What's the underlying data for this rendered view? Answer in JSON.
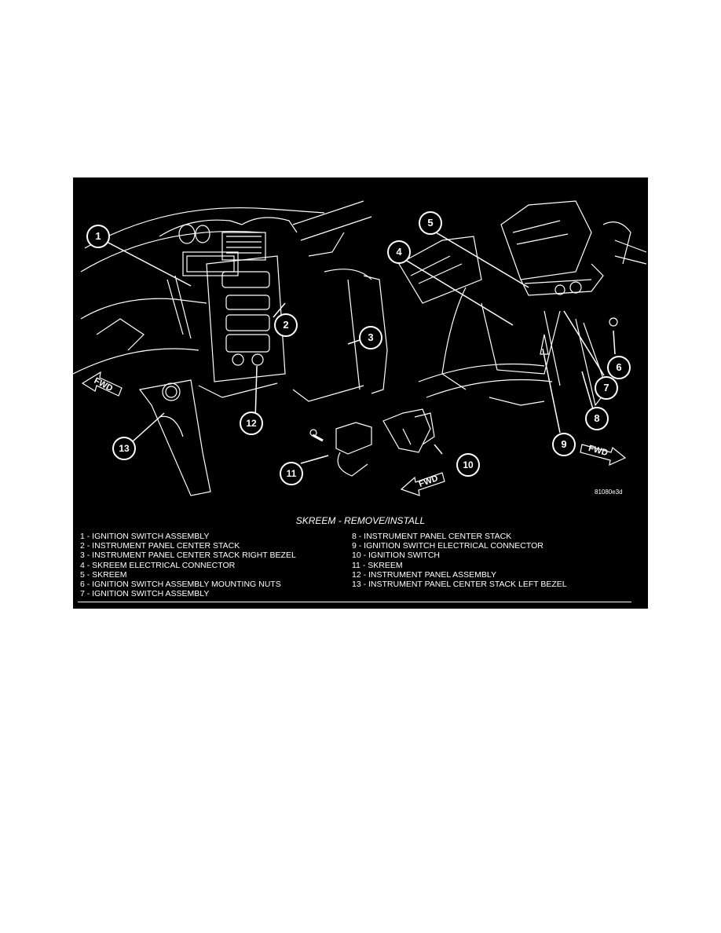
{
  "figure": {
    "title": "SKREEM - REMOVE/INSTALL",
    "figure_id": "81080e3d",
    "fwd_label": "FWD",
    "callouts": [
      "1",
      "2",
      "3",
      "4",
      "5",
      "6",
      "7",
      "8",
      "9",
      "10",
      "11",
      "12",
      "13"
    ],
    "legend_left": [
      "1 - IGNITION SWITCH ASSEMBLY",
      "2 - INSTRUMENT PANEL CENTER STACK",
      "3 - INSTRUMENT PANEL CENTER STACK RIGHT BEZEL",
      "4 - SKREEM ELECTRICAL CONNECTOR",
      "5 - SKREEM",
      "6 - IGNITION SWITCH ASSEMBLY MOUNTING NUTS",
      "7 - IGNITION SWITCH ASSEMBLY"
    ],
    "legend_right": [
      "8 - INSTRUMENT PANEL CENTER STACK",
      "9 - IGNITION SWITCH ELECTRICAL CONNECTOR",
      "10 - IGNITION SWITCH",
      "11 - SKREEM",
      "12 - INSTRUMENT PANEL ASSEMBLY",
      "13 - INSTRUMENT PANEL CENTER STACK LEFT BEZEL"
    ],
    "colors": {
      "background": "#000000",
      "line": "#ffffff",
      "page": "#ffffff"
    }
  }
}
